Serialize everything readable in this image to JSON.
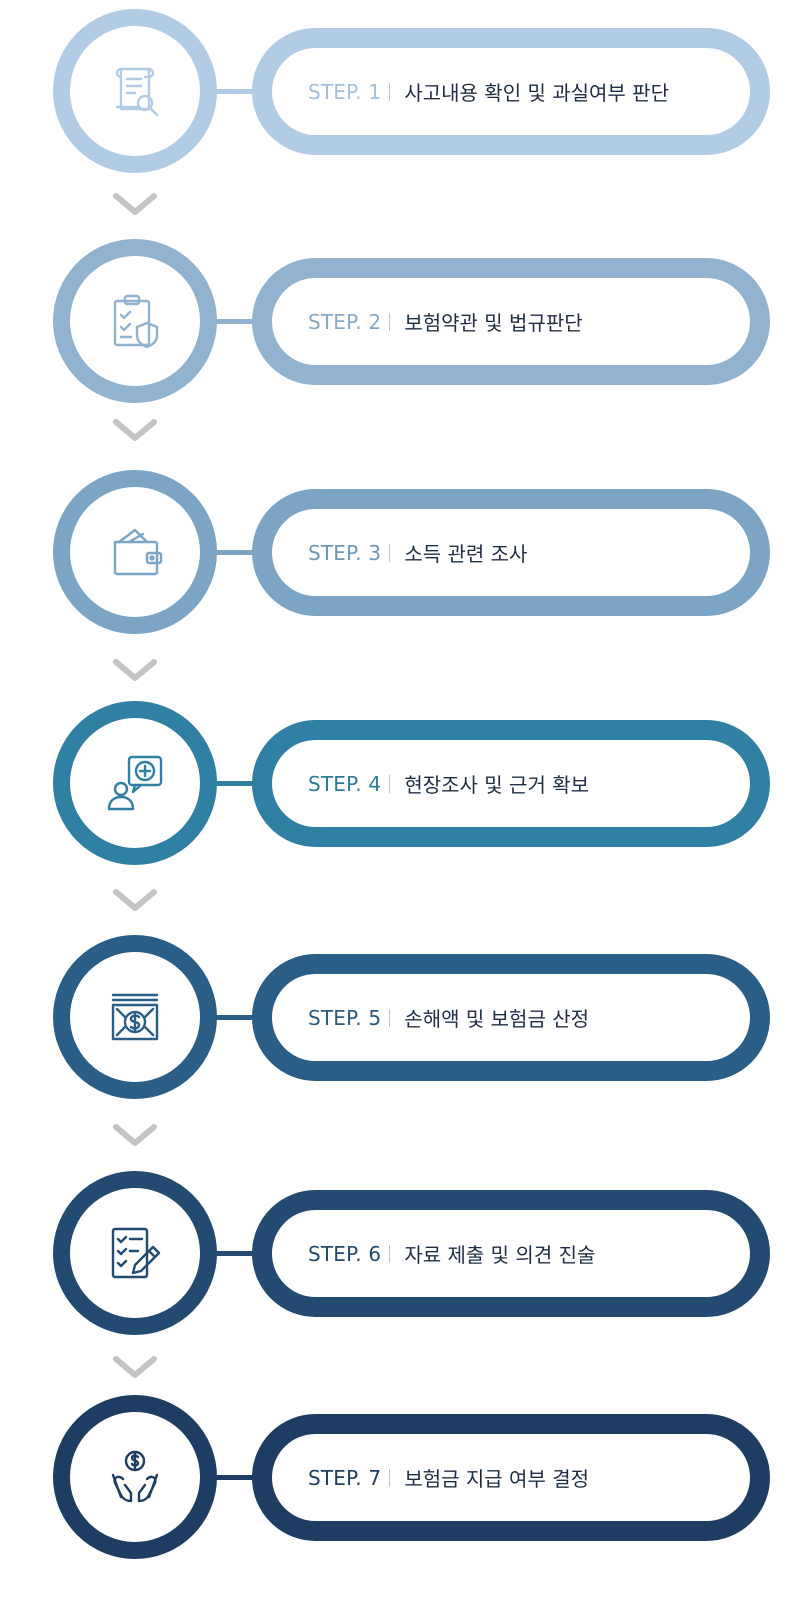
{
  "steps": [
    {
      "label": "STEP. 1",
      "title": "사고내용 확인 및 과실여부 판단",
      "icon": "document-search-icon",
      "color": "#b3cce5",
      "label_color": "#a4bfd9"
    },
    {
      "label": "STEP. 2",
      "title": "보험약관 및 법규판단",
      "icon": "clipboard-shield-icon",
      "color": "#92b3d0",
      "label_color": "#89a9c6"
    },
    {
      "label": "STEP. 3",
      "title": "소득 관련 조사",
      "icon": "wallet-icon",
      "color": "#7ba4c5",
      "label_color": "#6d97b9"
    },
    {
      "label": "STEP. 4",
      "title": "현장조사 및 근거 확보",
      "icon": "person-chat-plus-icon",
      "color": "#2f80a2",
      "label_color": "#2c7b9c"
    },
    {
      "label": "STEP. 5",
      "title": "손해액 및 보험금 산정",
      "icon": "money-stack-icon",
      "color": "#2a5e86",
      "label_color": "#2a5b82"
    },
    {
      "label": "STEP. 6",
      "title": "자료 제출 및 의견 진술",
      "icon": "checklist-pen-icon",
      "color": "#234b71",
      "label_color": "#234a70"
    },
    {
      "label": "STEP. 7",
      "title": "보험금 지급 여부 결정",
      "icon": "hands-coin-icon",
      "color": "#1e3d63",
      "label_color": "#1e3d63"
    }
  ],
  "chevron_color": "#c4c4c4"
}
